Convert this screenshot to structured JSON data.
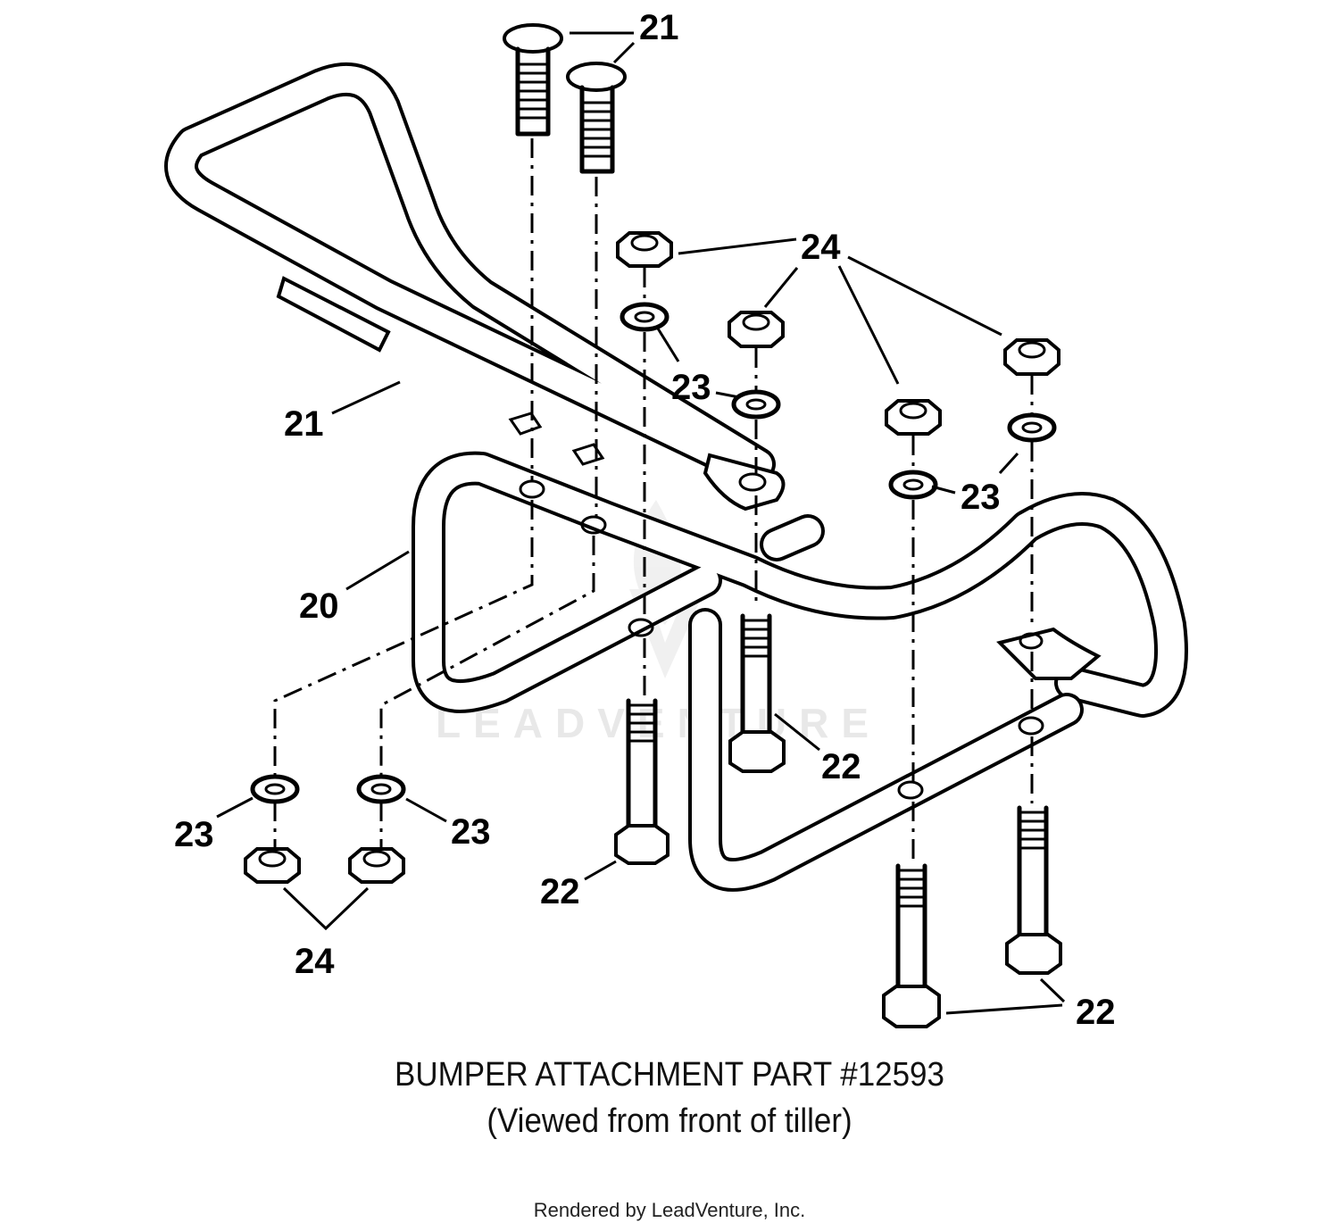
{
  "diagram": {
    "callouts": {
      "c21_top": "21",
      "c21_left": "21",
      "c20": "20",
      "c24_top": "24",
      "c24_bottom": "24",
      "c23_mid": "23",
      "c23_right": "23",
      "c23_bl": "23",
      "c23_br": "23",
      "c22_center": "22",
      "c22_left": "22",
      "c22_right": "22"
    },
    "watermark": "LEADVENTURE"
  },
  "caption": {
    "line1": "BUMPER ATTACHMENT PART #12593",
    "line2": "(Viewed from front of tiller)"
  },
  "credit": "Rendered by LeadVenture, Inc."
}
